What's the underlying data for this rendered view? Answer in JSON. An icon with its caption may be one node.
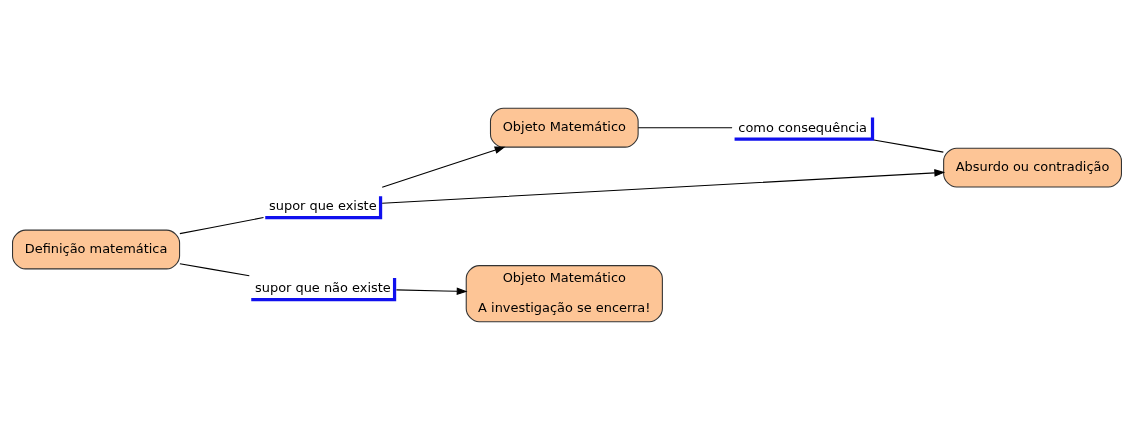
{
  "diagram": {
    "nodes": [
      {
        "text": [
          "Objeto Matemático"
        ]
      },
      {
        "text": [
          "supor que existe"
        ]
      },
      {
        "text": [
          "como consequência"
        ]
      },
      {
        "text": [
          "Definição matemática"
        ]
      },
      {
        "text": [
          "Absurdo ou contradição"
        ]
      },
      {
        "text": [
          "supor que não existe"
        ]
      },
      {
        "text": [
          "Objeto Matemático",
          "A investigação se encerra!"
        ]
      }
    ],
    "edges": [
      {
        "from": 3,
        "to": 1,
        "arrow": "none"
      },
      {
        "from": 1,
        "to": 0,
        "arrow": "to"
      },
      {
        "from": 1,
        "to": 4,
        "arrow": "to"
      },
      {
        "from": 0,
        "to": 2,
        "arrow": "none"
      },
      {
        "from": 2,
        "to": 4,
        "arrow": "none"
      },
      {
        "from": 3,
        "to": 5,
        "arrow": "none"
      },
      {
        "from": 5,
        "to": 6,
        "arrow": "to"
      }
    ]
  }
}
